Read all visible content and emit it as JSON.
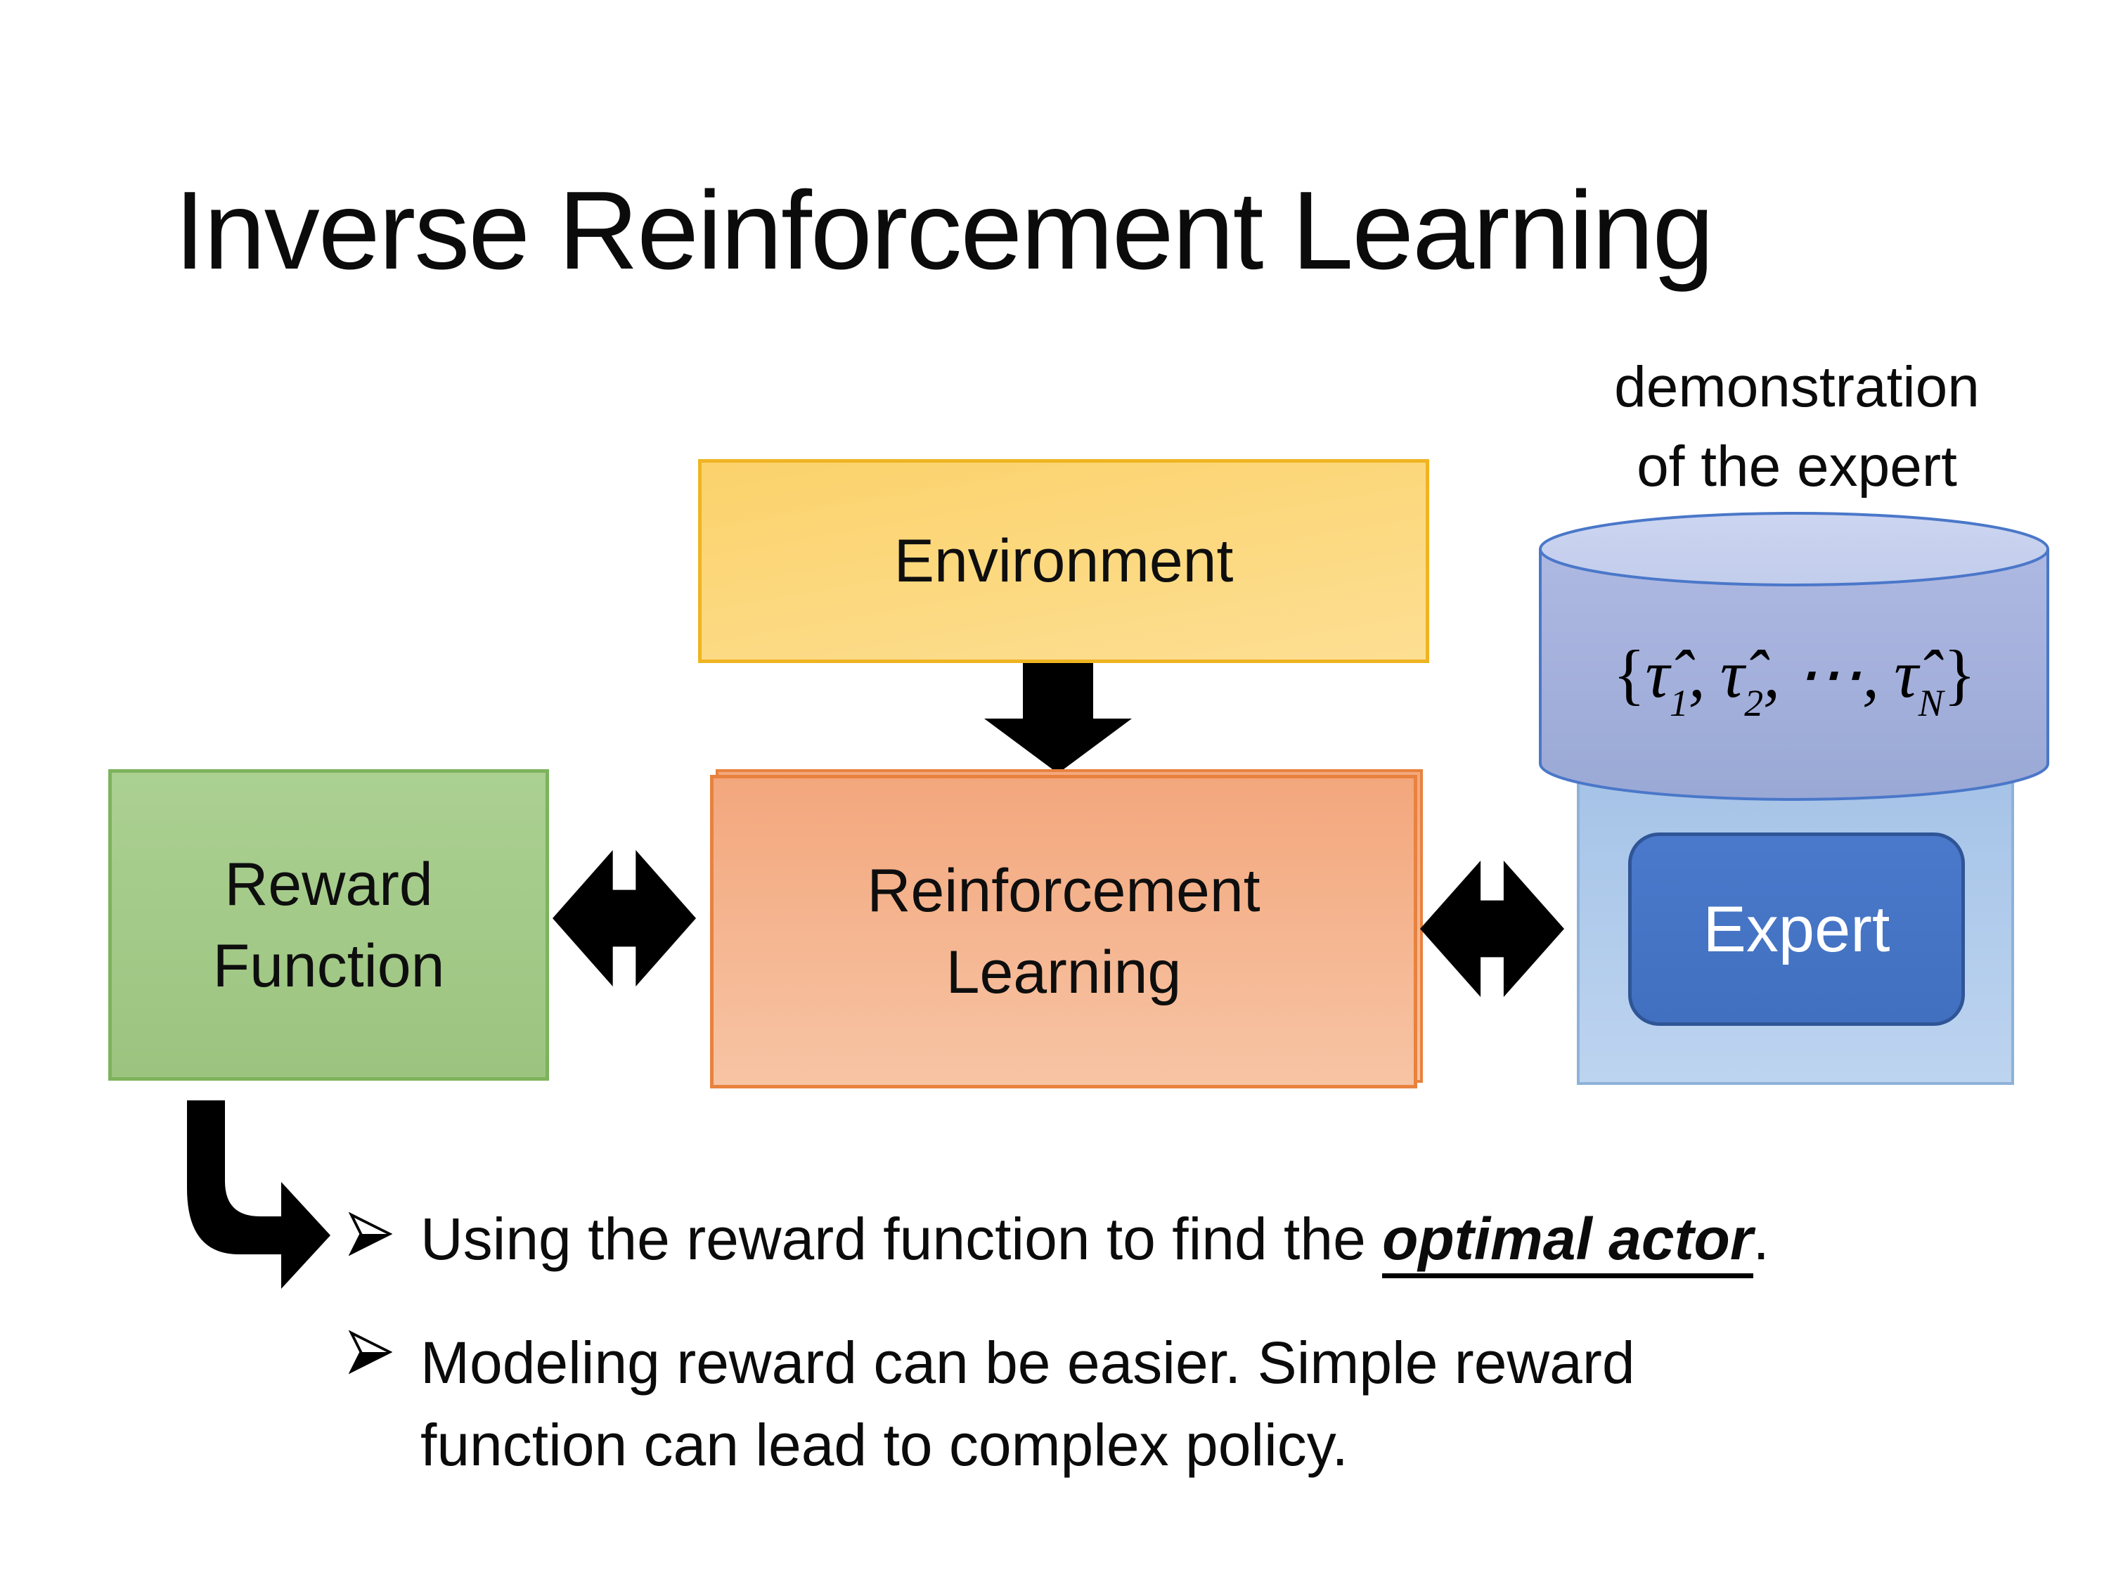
{
  "slide": {
    "title": "Inverse Reinforcement Learning",
    "annotation": {
      "line1": "demonstration",
      "line2": "of the expert"
    }
  },
  "boxes": {
    "environment": {
      "label": "Environment"
    },
    "reward": {
      "line1": "Reward",
      "line2": "Function"
    },
    "rl": {
      "line1": "Reinforcement",
      "line2": "Learning"
    },
    "expert": {
      "label": "Expert"
    }
  },
  "formula": {
    "open": "{",
    "tau1": "τ̂",
    "sub1": "1",
    "comma1": ",",
    "tau2": "τ̂",
    "sub2": "2",
    "comma2": ",",
    "dots": "⋯",
    "comma3": ",",
    "tauN": "τ̂",
    "subN": "N",
    "close": "}"
  },
  "bullets": {
    "b1": {
      "prefix": "Using the reward function to find the ",
      "emphasis": "optimal actor",
      "suffix": "."
    },
    "b2": {
      "line1": "Modeling reward can be easier. Simple reward",
      "line2": "function can lead to complex policy."
    }
  },
  "icons": {
    "down_arrow": "down-arrow",
    "double_arrow_left": "left-right-double-arrow",
    "double_arrow_right": "left-right-double-arrow",
    "bent_arrow": "elbow-down-right-arrow",
    "bullet_marker": "right-arrowhead-bullet",
    "cylinder": "database-cylinder"
  },
  "colors": {
    "background": "#ffffff",
    "text": "#0b0b0b",
    "environment_fill_top": "#fbd26b",
    "environment_fill_bottom": "#fddf93",
    "environment_border": "#eeb421",
    "reward_fill_top": "#abd092",
    "reward_fill_bottom": "#9cc47f",
    "reward_border": "#7db35c",
    "rl_fill_top": "#f3a77d",
    "rl_fill_bottom": "#f7c4a4",
    "rl_border": "#e8823e",
    "expert_panel_fill_top": "#a5c3e7",
    "expert_panel_fill_bottom": "#bdd4f0",
    "expert_panel_border": "#8db2da",
    "expert_fill": "#4473c5",
    "expert_border": "#2f5597",
    "expert_text": "#ffffff",
    "cylinder_top_fill": "#c9d2ee",
    "cylinder_body_top": "#aeb9e2",
    "cylinder_body_bottom": "#9aa8d5",
    "cylinder_border": "#4a77c9",
    "arrow_color": "#000000"
  }
}
